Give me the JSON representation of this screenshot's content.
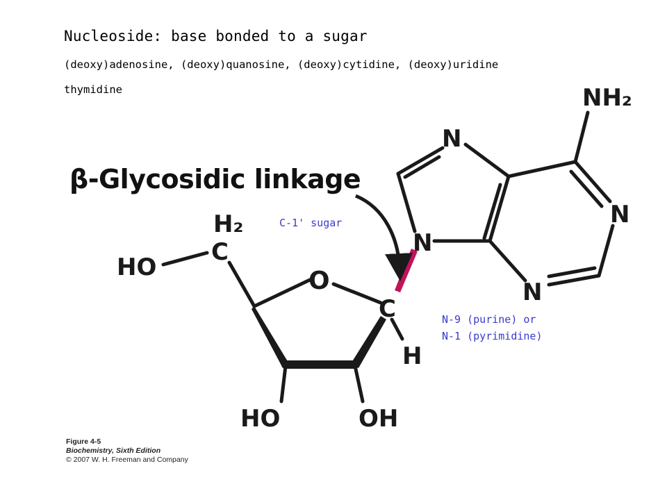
{
  "header": {
    "title": "Nucleoside: base bonded to a sugar",
    "line1": "(deoxy)adenosine, (deoxy)quanosine, (deoxy)cytidine, (deoxy)uridine",
    "line2": "thymidine"
  },
  "diagram": {
    "linkage_label": "β-Glycosidic linkage",
    "annotation_c1": "C-1' sugar",
    "annotation_n9_line1": "N-9 (purine) or",
    "annotation_n9_line2": "N-1 (pyrimidine)",
    "atoms": {
      "nh2": "NH₂",
      "n7": "N",
      "n1": "N",
      "n9": "N",
      "n3": "N",
      "h2_sugar": "H₂",
      "c5": "C",
      "ho5": "HO",
      "o_ring": "O",
      "c1": "C",
      "h1": "H",
      "ho3": "HO",
      "oh2": "OH"
    },
    "colors": {
      "annotation": "#3a3acc",
      "glycosidic_bond": "#c0145a",
      "bonds": "#1a1a1a"
    }
  },
  "caption": {
    "figure": "Figure 4-5",
    "book": "Biochemistry, Sixth Edition",
    "copyright": "© 2007 W. H. Freeman and Company"
  }
}
